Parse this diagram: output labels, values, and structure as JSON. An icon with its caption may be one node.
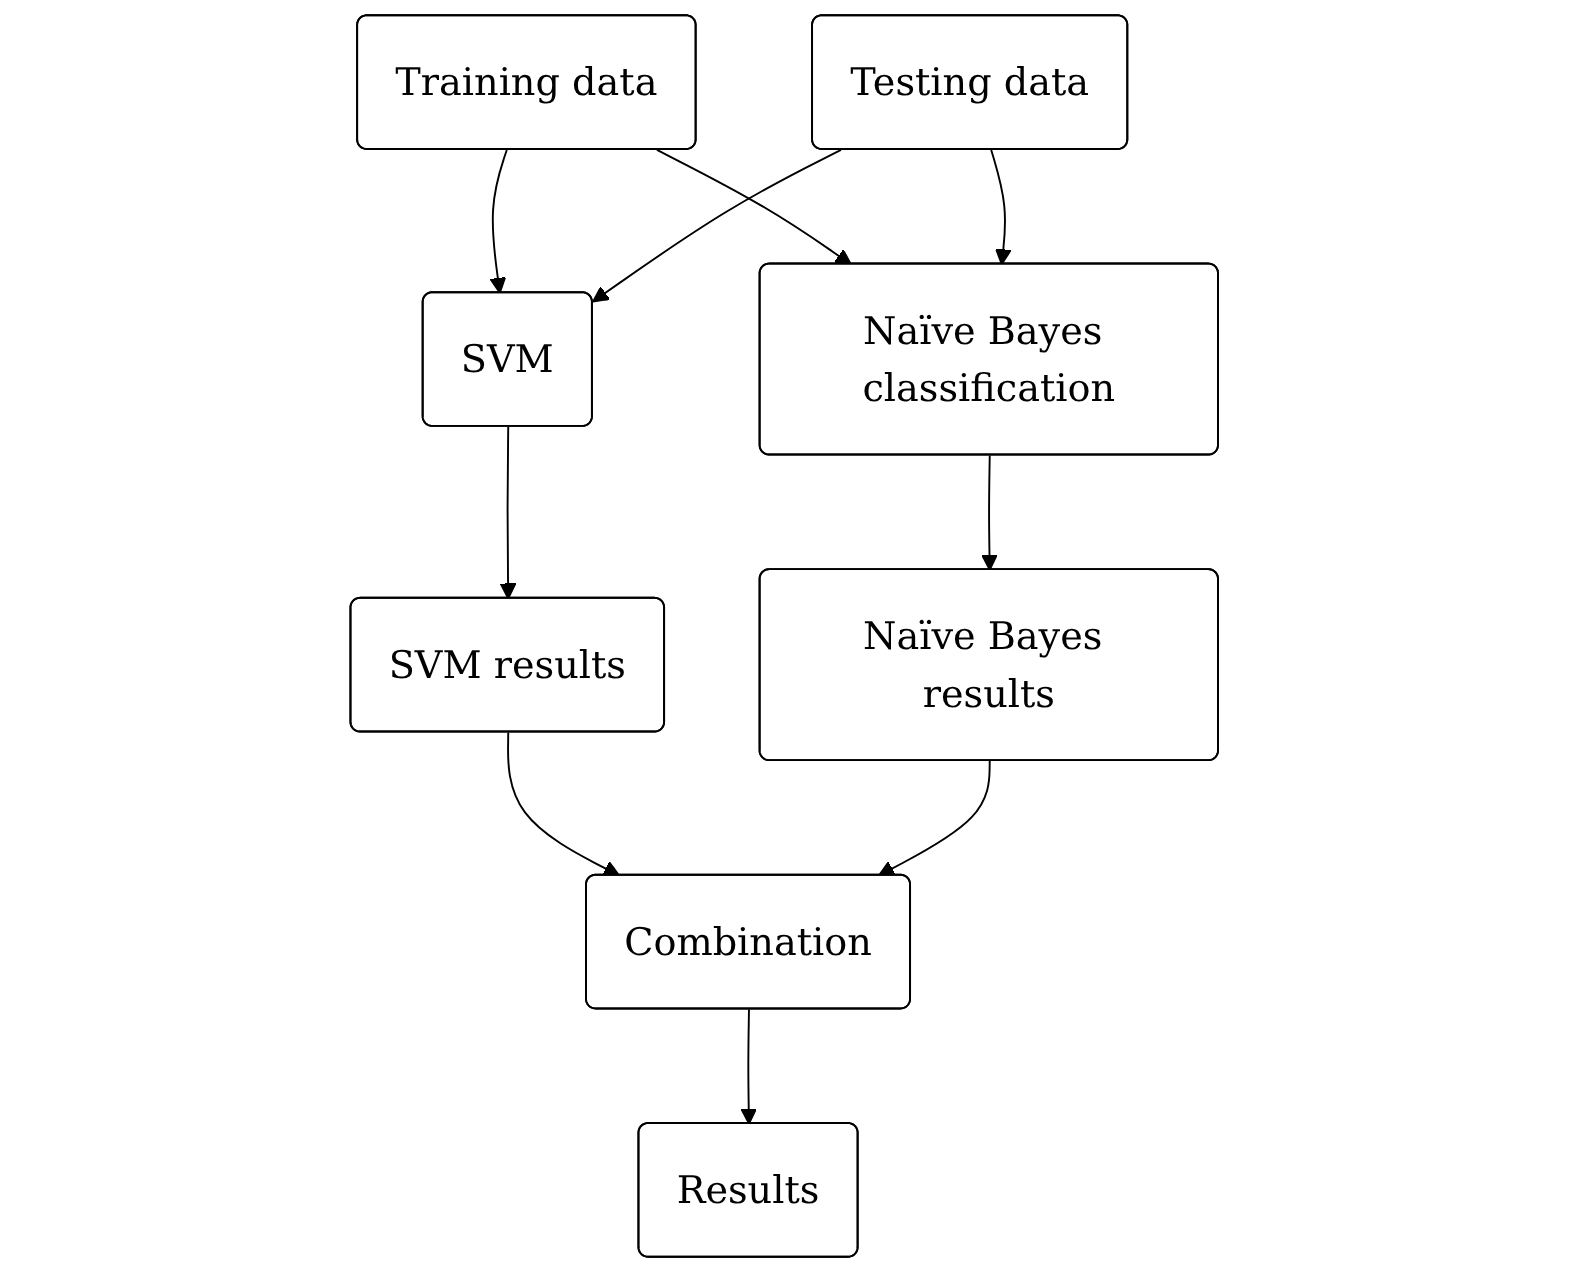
{
  "diagram": {
    "nodes": [
      {
        "text": [
          "Training data"
        ]
      },
      {
        "text": [
          "SVM"
        ]
      },
      {
        "text": [
          "Naïve Bayes classification"
        ]
      },
      {
        "text": [
          "Testing data"
        ]
      },
      {
        "text": [
          "SVM results"
        ]
      },
      {
        "text": [
          "Naïve Bayes results"
        ]
      },
      {
        "text": [
          "Combination"
        ]
      },
      {
        "text": [
          "Results"
        ]
      }
    ],
    "edges": [
      {
        "from": 0,
        "to": 1,
        "arrow": "to"
      },
      {
        "from": 0,
        "to": 2,
        "arrow": "to"
      },
      {
        "from": 3,
        "to": 1,
        "arrow": "to"
      },
      {
        "from": 3,
        "to": 2,
        "arrow": "to"
      },
      {
        "from": 1,
        "to": 4,
        "arrow": "to"
      },
      {
        "from": 2,
        "to": 5,
        "arrow": "to"
      },
      {
        "from": 4,
        "to": 6,
        "arrow": "to"
      },
      {
        "from": 5,
        "to": 6,
        "arrow": "to"
      },
      {
        "from": 6,
        "to": 7,
        "arrow": "to"
      }
    ]
  }
}
